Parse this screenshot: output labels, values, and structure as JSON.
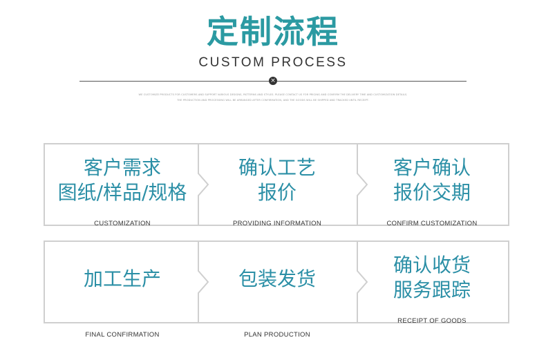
{
  "header": {
    "title": "定制流程",
    "subtitle": "CUSTOM PROCESS",
    "divider_icon": "x-circle-icon",
    "fine_print_line1": "WE CUSTOMIZE PRODUCTS FOR CUSTOMERS AND SUPPORT VARIOUS DESIGNS, PATTERNS AND STYLES. PLEASE CONTACT US FOR PRICING AND CONFIRM THE DELIVERY TIME AND CUSTOMIZATION DETAILS.",
    "fine_print_line2": "THE PRODUCTION AND PROCESSING WILL BE ARRANGED AFTER CONFIRMATION, AND THE GOODS WILL BE SHIPPED AND TRACKED UNTIL RECEIPT."
  },
  "steps": [
    {
      "cn_lines": [
        "客户需求",
        "图纸/样品/规格"
      ],
      "en": "CUSTOMIZATION"
    },
    {
      "cn_lines": [
        "确认工艺",
        "报价"
      ],
      "en": "PROVIDING INFORMATION"
    },
    {
      "cn_lines": [
        "客户确认",
        "报价交期"
      ],
      "en": "CONFIRM CUSTOMIZATION"
    },
    {
      "cn_lines": [
        "加工生产"
      ],
      "en": "FINAL CONFIRMATION"
    },
    {
      "cn_lines": [
        "包装发货"
      ],
      "en": "PLAN PRODUCTION"
    },
    {
      "cn_lines": [
        "确认收货",
        "服务跟踪"
      ],
      "en": "RECEIPT OF GOODS"
    }
  ],
  "colors": {
    "accent": "#2b9aa2",
    "step_text": "#2b8fa6",
    "border": "#cfcfcf"
  }
}
